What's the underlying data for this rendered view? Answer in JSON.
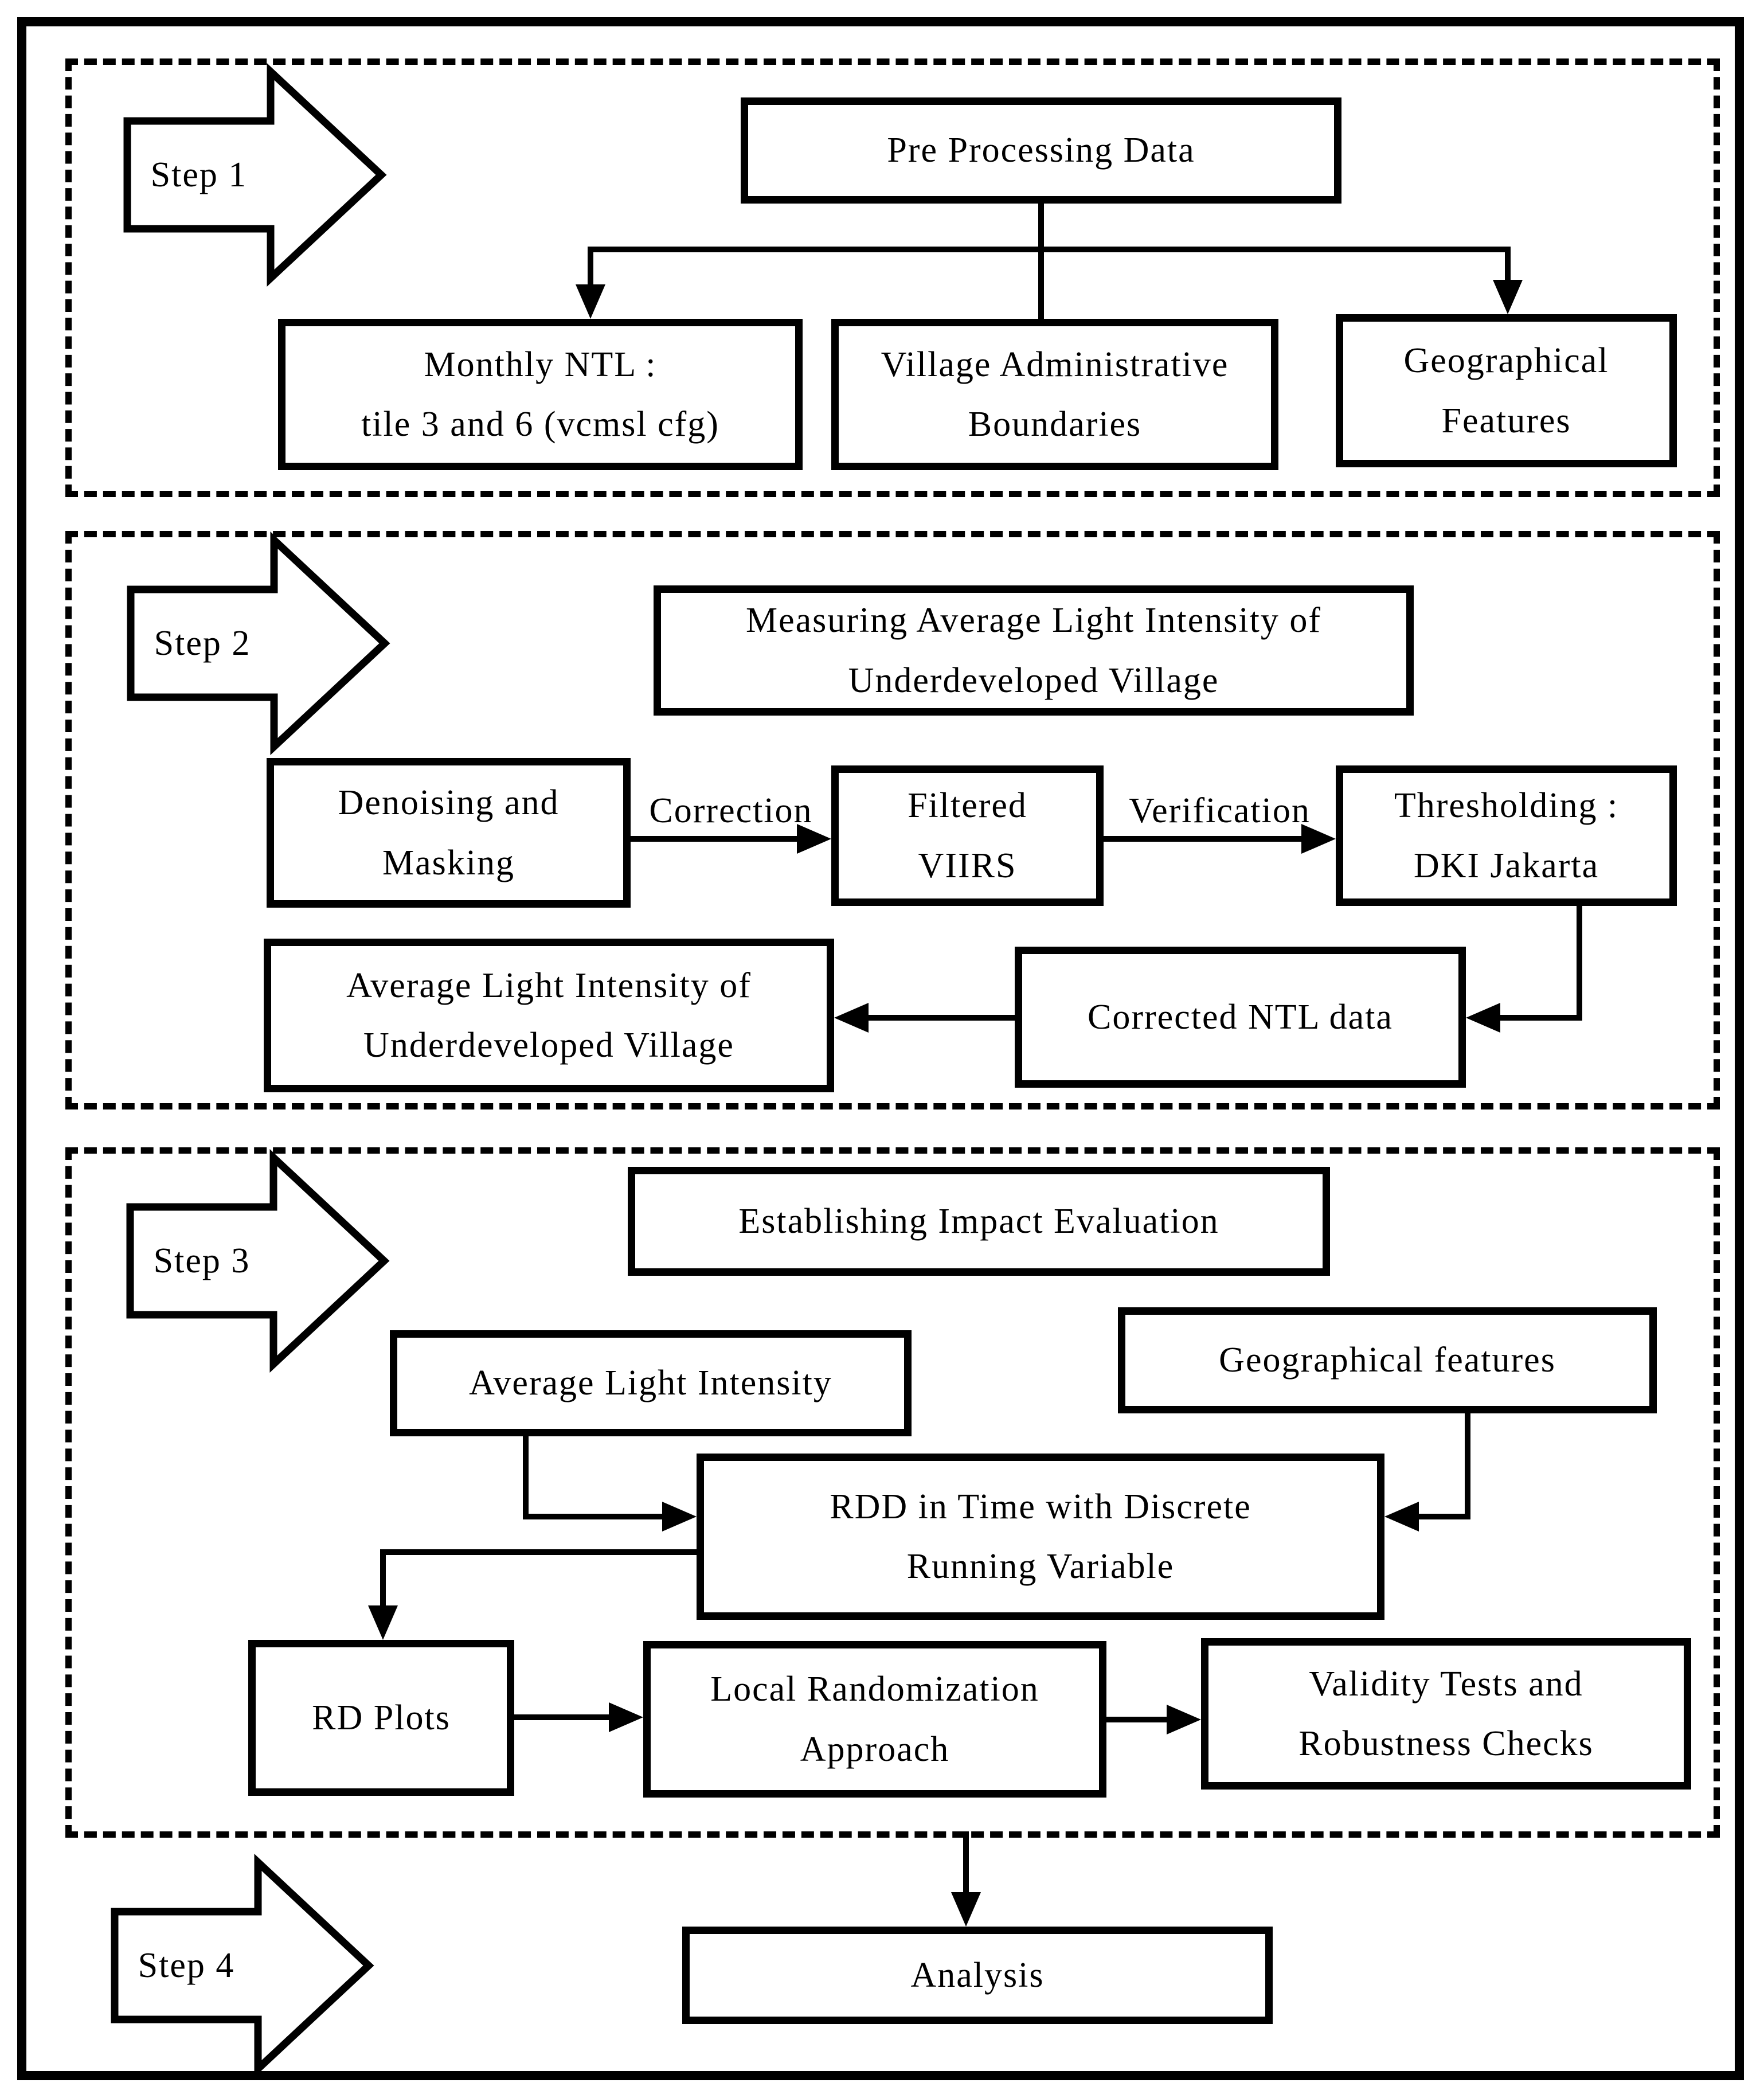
{
  "colors": {
    "ink": "#000000",
    "paper": "#ffffff"
  },
  "step1": {
    "label": "Step 1",
    "title": "Pre Processing Data",
    "monthly": "Monthly NTL :\ntile 3 and 6 (vcmsl cfg)",
    "village": "Village Administrative\nBoundaries",
    "geographical": "Geographical\nFeatures"
  },
  "step2": {
    "label": "Step 2",
    "title": "Measuring Average Light Intensity of\nUnderdeveloped Village",
    "denoising": "Denoising and\nMasking",
    "correction_label": "Correction",
    "filtered": "Filtered\nVIIRS",
    "verification_label": "Verification",
    "thresholding": "Thresholding :\nDKI Jakarta",
    "corrected": "Corrected NTL data",
    "avg_light": "Average Light Intensity of\nUnderdeveloped Village"
  },
  "step3": {
    "label": "Step 3",
    "title": "Establishing Impact Evaluation",
    "avg_light": "Average Light Intensity",
    "geographical": "Geographical features",
    "rdd": "RDD in Time with Discrete\nRunning Variable",
    "rd_plots": "RD Plots",
    "local_random": "Local Randomization\nApproach",
    "validity": "Validity Tests and\nRobustness Checks"
  },
  "step4": {
    "label": "Step 4",
    "analysis": "Analysis"
  }
}
